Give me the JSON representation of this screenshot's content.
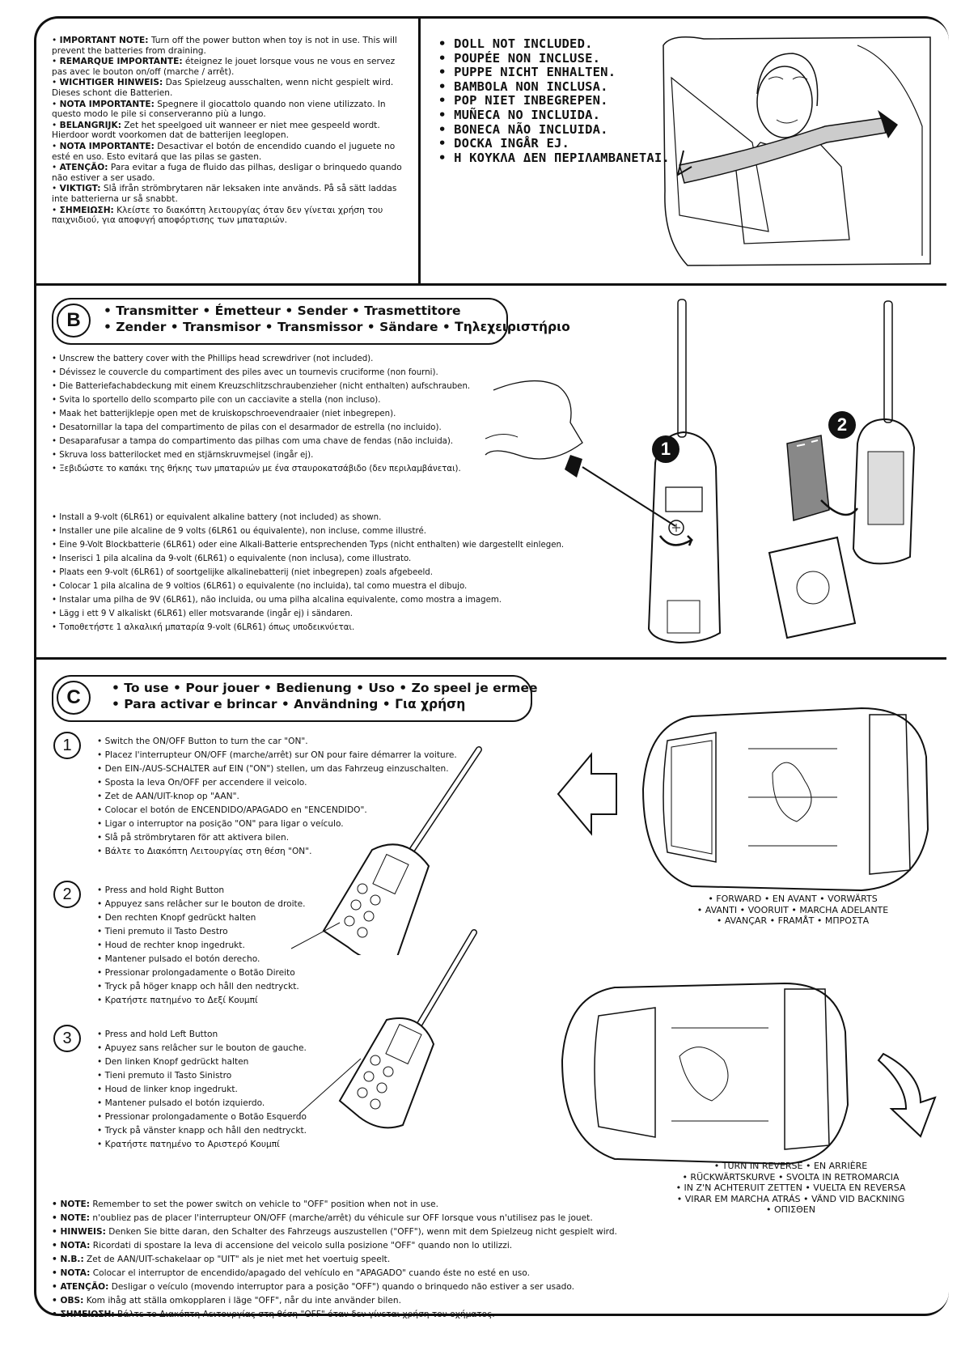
{
  "section_a": {
    "notes": [
      {
        "lead": "IMPORTANT NOTE:",
        "text": " Turn off the power button when toy is not in use. This will prevent the batteries from draining."
      },
      {
        "lead": "REMARQUE IMPORTANTE:",
        "text": " éteignez le jouet lorsque vous ne vous en servez pas avec le bouton on/off (marche / arrêt)."
      },
      {
        "lead": "WICHTIGER HINWEIS:",
        "text": " Das Spielzeug ausschalten, wenn nicht gespielt wird. Dieses schont die Batterien."
      },
      {
        "lead": "NOTA IMPORTANTE:",
        "text": " Spegnere il giocattolo quando non viene utilizzato. In questo modo le pile si conserveranno più a lungo."
      },
      {
        "lead": "BELANGRIJK:",
        "text": " Zet het speelgoed uit wanneer er niet mee gespeeld wordt. Hierdoor wordt voorkomen dat de batterijen leeglopen."
      },
      {
        "lead": "NOTA IMPORTANTE:",
        "text": " Desactivar el botón de encendido cuando el juguete no esté en uso. Esto evitará que las pilas se gasten."
      },
      {
        "lead": "ATENÇÃO:",
        "text": " Para evitar a fuga de fluido das pilhas, desligar o brinquedo quando não estiver a ser usado."
      },
      {
        "lead": "VIKTIGT:",
        "text": " Slå ifrån strömbrytaren när leksaken inte används. På så sätt laddas inte batterierna ur så snabbt."
      },
      {
        "lead": "ΣΗΜΕΙΩΣΗ:",
        "text": " Κλείστε το διακόπτη λειτουργίας όταν δεν γίνεται χρήση του παιχνιδιού, για αποφυγή αποφόρτισης των μπαταριών."
      }
    ],
    "doll_lines": [
      "• DOLL NOT INCLUDED.",
      "• POUPÉE NON INCLUSE.",
      "• PUPPE NICHT ENHALTEN.",
      "• BAMBOLA NON INCLUSA.",
      "• POP NIET INBEGREPEN.",
      "• MUÑECA NO INCLUIDA.",
      "• BONECA NÃO INCLUIDA.",
      "• DOCKA INGÅR EJ.",
      "• Η ΚΟΥΚΛΑ ΔΕΝ ΠΕΡΙΛΑΜΒΑΝΕΤΑΙ."
    ]
  },
  "section_b": {
    "letter": "B",
    "title_line1": "• Transmitter • Émetteur • Sender • Trasmettitore",
    "title_line2": "• Zender • Transmisor • Transmissor • Sändare • Τηλεχειριστήριο",
    "unscrew": [
      "• Unscrew the battery cover with the Phillips head screwdriver (not included).",
      "• Dévissez le couvercle du compartiment des piles avec un tournevis cruciforme (non fourni).",
      "• Die Batteriefachabdeckung mit einem Kreuzschlitzschraubenzieher (nicht enthalten) aufschrauben.",
      "• Svita lo sportello dello scomparto pile con un cacciavite a stella (non incluso).",
      "• Maak het batterijklepje open met de kruiskopschroevendraaier (niet inbegrepen).",
      "• Desatornillar la tapa del compartimento de pilas con el desarmador de estrella (no incluido).",
      "• Desaparafusar a tampa do compartimento das pilhas com uma chave de fendas (não incluida).",
      "• Skruva loss batterilocket med en stjärnskruvmejsel (ingår ej).",
      "• Ξεβιδώστε το καπάκι της θήκης των μπαταριών με ένα σταυροκατσάβιδο (δεν περιλαμβάνεται)."
    ],
    "install": [
      "• Install a 9-volt (6LR61) or equivalent alkaline battery (not included) as shown.",
      "• Installer une pile alcaline de 9 volts (6LR61 ou équivalente), non incluse, comme illustré.",
      "• Eine 9-Volt Blockbatterie (6LR61) oder eine Alkali-Batterie entsprechenden Typs (nicht enthalten) wie dargestellt einlegen.",
      "• Inserisci 1 pila alcalina da 9-volt (6LR61) o equivalente (non inclusa), come illustrato.",
      "• Plaats een 9-volt (6LR61) of soortgelijke alkalinebatterij (niet inbegrepen) zoals afgebeeld.",
      "• Colocar 1 pila alcalina de 9 voltios (6LR61) o equivalente (no incluida), tal como muestra el dibujo.",
      "• Instalar uma pilha de 9V (6LR61), não incluida, ou uma pilha alcalina equivalente, como mostra a imagem.",
      "• Lägg i ett 9 V alkaliskt (6LR61) eller motsvarande (ingår ej) i sändaren.",
      "• Τοποθετήστε 1 αλκαλική μπαταρία 9-volt (6LR61) όπως υποδεικνύεται."
    ],
    "step1": "1",
    "step2": "2"
  },
  "section_c": {
    "letter": "C",
    "title_line1": "• To use • Pour jouer • Bedienung • Uso • Zo speel je ermee",
    "title_line2": "• Para activar e brincar • Användning • Για χρήση",
    "steps": [
      {
        "num": "1",
        "lines": [
          "• Switch the ON/OFF Button to turn the car \"ON\".",
          "• Placez l'interrupteur ON/OFF (marche/arrêt) sur ON pour faire démarrer la voiture.",
          "• Den EIN-/AUS-SCHALTER auf EIN (\"ON\") stellen, um das Fahrzeug einzuschalten.",
          "• Sposta la leva On/OFF per accendere il veicolo.",
          "• Zet de AAN/UIT-knop op \"AAN\".",
          "• Colocar el botón de ENCENDIDO/APAGADO en \"ENCENDIDO\".",
          "• Ligar o interruptor na posição \"ON\" para ligar o veículo.",
          "• Slå på strömbrytaren för att aktivera bilen.",
          "• Βάλτε το Διακόπτη Λειτουργίας στη θέση \"ON\"."
        ]
      },
      {
        "num": "2",
        "lines": [
          "• Press and hold Right Button",
          "• Appuyez sans relâcher sur le bouton de droite.",
          "• Den rechten Knopf gedrückt halten",
          "• Tieni premuto il Tasto Destro",
          "• Houd de rechter knop ingedrukt.",
          "• Mantener pulsado el botón derecho.",
          "• Pressionar prolongadamente o Botão Direito",
          "• Tryck på höger knapp och håll den nedtryckt.",
          "• Κρατήστε πατημένο το Δεξί Κουμπί"
        ]
      },
      {
        "num": "3",
        "lines": [
          "• Press and hold Left Button",
          "• Apuyez sans relâcher sur le bouton de gauche.",
          "• Den linken Knopf gedrückt halten",
          "• Tieni premuto il Tasto Sinistro",
          "• Houd de linker knop ingedrukt.",
          "• Mantener pulsado el botón izquierdo.",
          "• Pressionar prolongadamente o Botão Esquerdo",
          "• Tryck på vänster knapp och håll den nedtryckt.",
          "• Κρατήστε πατημένο το Αριστερό Κουμπί"
        ]
      }
    ],
    "forward_caption": [
      "• FORWARD • EN AVANT • VORWÄRTS",
      "• AVANTI • VOORUIT • MARCHA ADELANTE",
      "• AVANÇAR • FRAMÅT • ΜΠΡΟΣΤΑ"
    ],
    "reverse_caption": [
      "• TURN IN REVERSE • EN ARRIÈRE",
      "• RÜCKWÄRTSKURVE • SVOLTA IN RETROMARCIA",
      "• IN Z'N ACHTERUIT ZETTEN • VUELTA EN REVERSA",
      "• VIRAR EM MARCHA ATRÁS • VÄND VID BACKNING",
      "• ΟΠΙΣΘΕΝ"
    ],
    "notes": [
      {
        "lead": "• NOTE:",
        "text": " Remember to set the power switch on vehicle to \"OFF\" position when not in use."
      },
      {
        "lead": "• NOTE:",
        "text": " n'oubliez pas de placer l'interrupteur ON/OFF (marche/arrêt) du véhicule sur OFF lorsque vous n'utilisez pas le jouet."
      },
      {
        "lead": "• HINWEIS:",
        "text": " Denken Sie bitte daran, den Schalter des Fahrzeugs auszustellen (\"OFF\"), wenn mit dem Spielzeug nicht gespielt wird."
      },
      {
        "lead": "• NOTA:",
        "text": " Ricordati di spostare la leva di accensione del veicolo sulla posizione \"OFF\" quando non lo utilizzi."
      },
      {
        "lead": "• N.B.:",
        "text": " Zet de AAN/UIT-schakelaar op \"UIT\" als je niet met het voertuig speelt."
      },
      {
        "lead": "• NOTA:",
        "text": " Colocar el interruptor de encendido/apagado del vehículo en \"APAGADO\" cuando éste no esté en uso."
      },
      {
        "lead": "• ATENÇÃO:",
        "text": " Desligar o veículo (movendo interruptor para a posição \"OFF\") quando o brinquedo não estiver a ser usado."
      },
      {
        "lead": "• OBS:",
        "text": " Kom ihåg att ställa omkopplaren i läge \"OFF\", når du inte använder bilen."
      },
      {
        "lead": "• ΣΗΜΕΙΩΣΗ:",
        "text": " Βάλτε το Διακόπτη Λειτουργίας στη θέση \"OFF\" όταν δεν γίνεται χρήση του οχήματος."
      }
    ]
  },
  "colors": {
    "ink": "#111111",
    "paper": "#ffffff"
  }
}
